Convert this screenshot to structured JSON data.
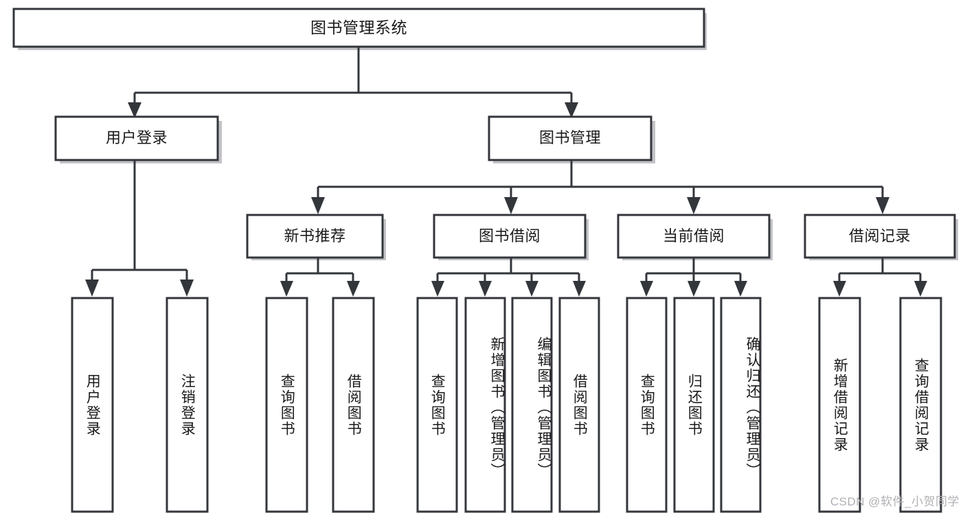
{
  "diagram": {
    "type": "tree",
    "title": "图书管理系统",
    "watermark": "CSDN @软件_小贺同学",
    "nodes": {
      "root": {
        "label": "图书管理系统",
        "level": 0,
        "orientation": "horizontal"
      },
      "user_login": {
        "label": "用户登录",
        "level": 1,
        "orientation": "horizontal"
      },
      "book_manage": {
        "label": "图书管理",
        "level": 1,
        "orientation": "horizontal"
      },
      "new_book_rec": {
        "label": "新书推荐",
        "level": 2,
        "orientation": "horizontal"
      },
      "book_borrow": {
        "label": "图书借阅",
        "level": 2,
        "orientation": "horizontal"
      },
      "current_borrow": {
        "label": "当前借阅",
        "level": 2,
        "orientation": "horizontal"
      },
      "borrow_record": {
        "label": "借阅记录",
        "level": 2,
        "orientation": "horizontal"
      },
      "leaf_user_login": {
        "label": "用户登录",
        "level": 2,
        "orientation": "vertical"
      },
      "leaf_logout": {
        "label": "注销登录",
        "level": 2,
        "orientation": "vertical"
      },
      "leaf_query_book_1": {
        "label": "查询图书",
        "level": 3,
        "orientation": "vertical"
      },
      "leaf_borrow_book_1": {
        "label": "借阅图书",
        "level": 3,
        "orientation": "vertical"
      },
      "leaf_query_book_2": {
        "label": "查询图书",
        "level": 3,
        "orientation": "vertical"
      },
      "leaf_add_book": {
        "label": "新增图书（管理员）",
        "level": 3,
        "orientation": "vertical"
      },
      "leaf_edit_book": {
        "label": "编辑图书（管理员）",
        "level": 3,
        "orientation": "vertical"
      },
      "leaf_borrow_book_2": {
        "label": "借阅图书",
        "level": 3,
        "orientation": "vertical"
      },
      "leaf_query_book_3": {
        "label": "查询图书",
        "level": 3,
        "orientation": "vertical"
      },
      "leaf_return_book": {
        "label": "归还图书",
        "level": 3,
        "orientation": "vertical"
      },
      "leaf_confirm_return": {
        "label": "确认归还（管理员）",
        "level": 3,
        "orientation": "vertical"
      },
      "leaf_add_record": {
        "label": "新增借阅记录",
        "level": 3,
        "orientation": "vertical"
      },
      "leaf_query_record": {
        "label": "查询借阅记录",
        "level": 3,
        "orientation": "vertical"
      }
    },
    "edges": [
      {
        "from": "root",
        "to": "user_login"
      },
      {
        "from": "root",
        "to": "book_manage"
      },
      {
        "from": "user_login",
        "to": "leaf_user_login"
      },
      {
        "from": "user_login",
        "to": "leaf_logout"
      },
      {
        "from": "book_manage",
        "to": "new_book_rec"
      },
      {
        "from": "book_manage",
        "to": "book_borrow"
      },
      {
        "from": "book_manage",
        "to": "current_borrow"
      },
      {
        "from": "book_manage",
        "to": "borrow_record"
      },
      {
        "from": "new_book_rec",
        "to": "leaf_query_book_1"
      },
      {
        "from": "new_book_rec",
        "to": "leaf_borrow_book_1"
      },
      {
        "from": "book_borrow",
        "to": "leaf_query_book_2"
      },
      {
        "from": "book_borrow",
        "to": "leaf_add_book"
      },
      {
        "from": "book_borrow",
        "to": "leaf_edit_book"
      },
      {
        "from": "book_borrow",
        "to": "leaf_borrow_book_2"
      },
      {
        "from": "current_borrow",
        "to": "leaf_query_book_3"
      },
      {
        "from": "current_borrow",
        "to": "leaf_return_book"
      },
      {
        "from": "current_borrow",
        "to": "leaf_confirm_return"
      },
      {
        "from": "borrow_record",
        "to": "leaf_add_record"
      },
      {
        "from": "borrow_record",
        "to": "leaf_query_record"
      }
    ],
    "colors": {
      "stroke": "#33363b",
      "fill": "#ffffff",
      "text": "#1a1a1a",
      "watermark": "#b0b0b4"
    }
  }
}
